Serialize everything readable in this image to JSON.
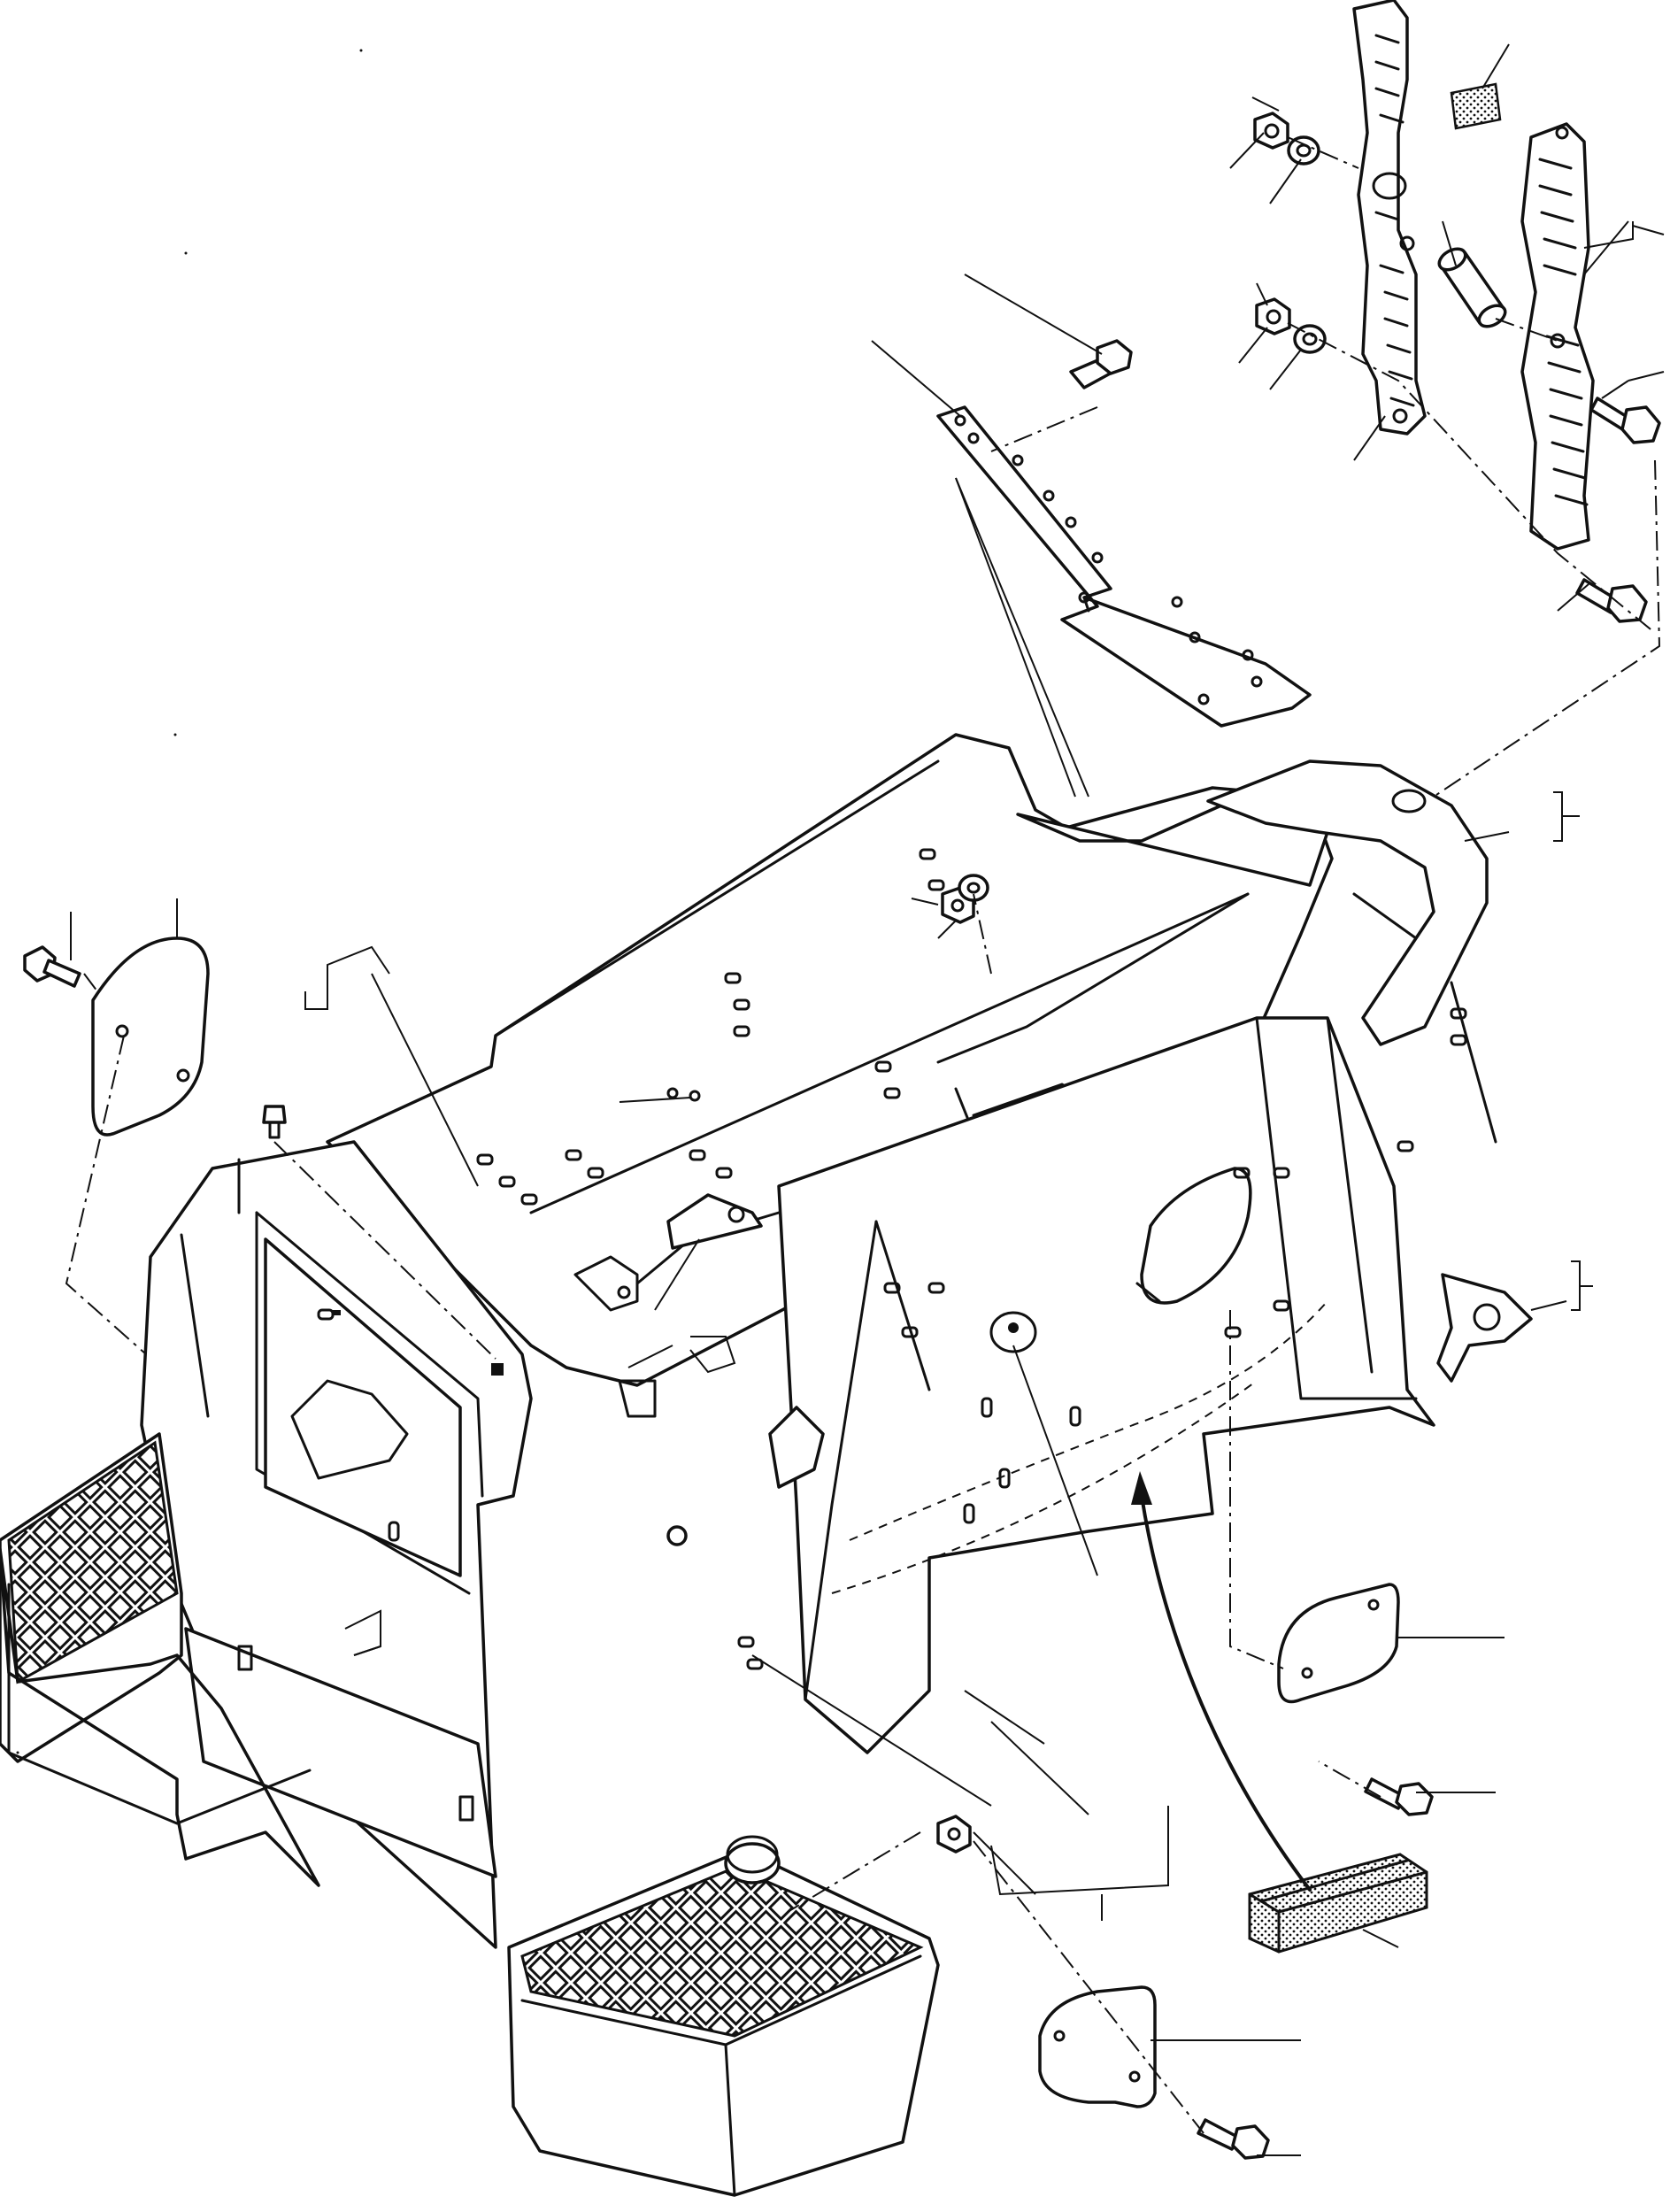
{
  "diagram": {
    "kind": "exploded-parts-view",
    "callout_numbers_printed": false,
    "parts": [
      {
        "id": "frame",
        "icon": "chassis-frame-icon"
      },
      {
        "id": "left-step",
        "icon": "treadplate-step-icon"
      },
      {
        "id": "right-step",
        "icon": "treadplate-step-icon"
      },
      {
        "id": "support-bracket",
        "icon": "bracket-plate-icon"
      },
      {
        "id": "ladder-link-front",
        "icon": "slotted-link-icon"
      },
      {
        "id": "ladder-link-rear",
        "icon": "slotted-link-icon"
      },
      {
        "id": "cover-plate-left",
        "icon": "cover-plate-icon"
      },
      {
        "id": "cover-plate-right",
        "icon": "cover-plate-icon"
      },
      {
        "id": "cover-plate-bottom",
        "icon": "cover-plate-icon"
      },
      {
        "id": "seal-strip",
        "icon": "channel-seal-icon"
      },
      {
        "id": "pad",
        "icon": "pad-icon"
      },
      {
        "id": "spacer",
        "icon": "spacer-sleeve-icon"
      },
      {
        "id": "bolts",
        "icon": "hex-bolt-icon"
      },
      {
        "id": "nuts",
        "icon": "hex-nut-icon"
      },
      {
        "id": "washers",
        "icon": "washer-icon"
      }
    ]
  }
}
